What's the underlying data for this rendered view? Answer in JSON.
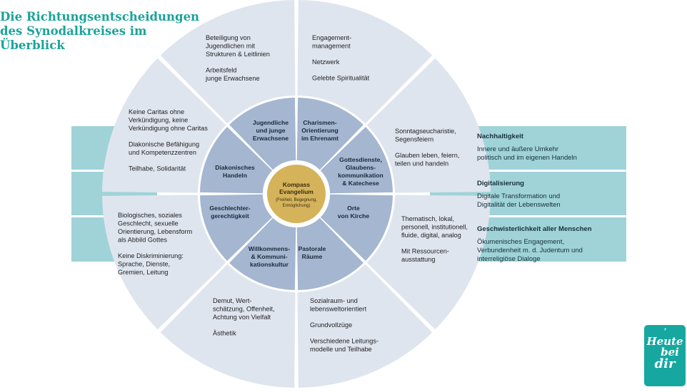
{
  "title": {
    "lines": [
      "Die Richtungsentscheidungen",
      "des Synodalkreises im",
      "Überblick"
    ]
  },
  "center": {
    "line1": "Kompass",
    "line2": "Evangelium",
    "sub1": "(Freiheit, Begegnung,",
    "sub2": "Ermöglichung)"
  },
  "inner_segments": [
    {
      "lines": [
        "Jugendliche",
        "und junge",
        "Erwachsene"
      ]
    },
    {
      "lines": [
        "Charismen-",
        "Orientierung",
        "im Ehrenamt"
      ]
    },
    {
      "lines": [
        "Gottesdienste,",
        "Glaubens-",
        "kommunikation",
        "& Katechese"
      ]
    },
    {
      "lines": [
        "Orte",
        "von Kirche"
      ]
    },
    {
      "lines": [
        "Pastorale",
        "Räume"
      ]
    },
    {
      "lines": [
        "Willkommens-",
        "& Kommuni-",
        "kationskultur"
      ]
    },
    {
      "lines": [
        "Geschlechter-",
        "gerechtigkeit"
      ]
    },
    {
      "lines": [
        "Diakonisches",
        "Handeln"
      ]
    }
  ],
  "outer_segments": [
    {
      "lines": [
        "Beteiligung von",
        "Jugendlichen mit",
        "Strukturen & Leitlinien",
        "",
        "Arbeitsfeld",
        "junge Erwachsene"
      ]
    },
    {
      "lines": [
        "Engagement-",
        "management",
        "",
        "Netzwerk",
        "",
        "Gelebte Spiritualität"
      ]
    },
    {
      "lines": [
        "Sonntagseucharistie,",
        "Segensfeiern",
        "",
        "Glauben leben, feiern,",
        "teilen und handeln"
      ]
    },
    {
      "lines": [
        "Thematisch, lokal,",
        "personell, institutionell,",
        "fluide, digital, analog",
        "",
        "Mit Ressourcen-",
        "ausstattung"
      ]
    },
    {
      "lines": [
        "Sozialraum- und",
        "lebensweltorientiert",
        "",
        "Grundvollzüge",
        "",
        "Verschiedene Leitungs-",
        "modelle und Teilhabe"
      ]
    },
    {
      "lines": [
        "Demut, Wert-",
        "schätzung, Offenheit,",
        "Achtung von Vielfalt",
        "",
        "Ästhetik"
      ]
    },
    {
      "lines": [
        "Biologisches, soziales",
        "Geschlecht, sexuelle",
        "Orientierung, Lebensform",
        "als Abbild Gottes",
        "",
        "Keine Diskriminierung:",
        "Sprache, Dienste,",
        "Gremien, Leitung"
      ]
    },
    {
      "lines": [
        "Keine Caritas ohne",
        "Verkündigung, keine",
        "Verkündigung ohne Caritas",
        "",
        "Diakonische Befähigung",
        "und Kompetenzzentren",
        "",
        "Teilhabe, Solidarität"
      ]
    }
  ],
  "right_panels": [
    {
      "heading": "Nachhaltigkeit",
      "lines": [
        "Innere und äußere Umkehr",
        "politisch und im eigenen Handeln"
      ]
    },
    {
      "heading": "Digitalisierung",
      "lines": [
        "Digitale Transformation und",
        "Digitalität der Lebenswelten"
      ]
    },
    {
      "heading": "Geschwisterlichkeit aller Menschen",
      "lines": [
        "Ökumenisches Engagement,",
        "Verbundenheit m. d. Judentum und",
        "interreligiöse Dialoge"
      ]
    }
  ],
  "logo": {
    "lines": [
      "Heute",
      "bei",
      "dir"
    ]
  },
  "colors": {
    "title": "#1aa39a",
    "outer_ring": "#dfe5ef",
    "inner_ring": "#a4b6d0",
    "center": "#d5b35a",
    "band": "#9fd3d8",
    "logo": "#17a7a1"
  }
}
